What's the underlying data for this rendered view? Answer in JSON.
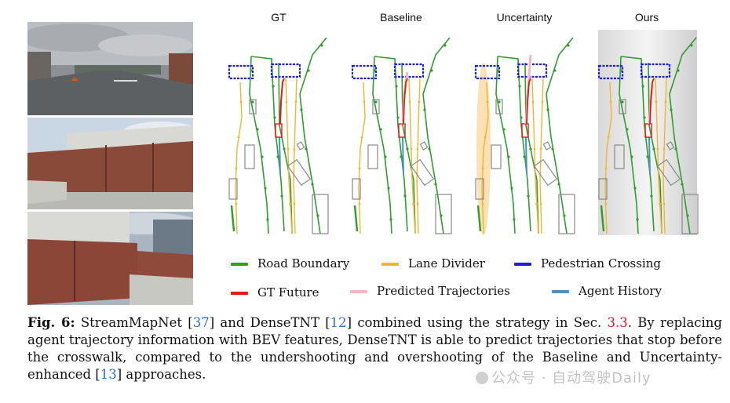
{
  "panels": {
    "titles": [
      "GT",
      "Baseline",
      "Uncertainty",
      "Ours"
    ]
  },
  "legend": {
    "items": [
      {
        "label": "Road Boundary",
        "color": "#2ca02c"
      },
      {
        "label": "Lane Divider",
        "color": "#f5b52a"
      },
      {
        "label": "Pedestrian Crossing",
        "color": "#1f1fd6"
      },
      {
        "label": "GT Future",
        "color": "#e31a1c"
      },
      {
        "label": "Predicted Trajectories",
        "color": "#f4b6bc"
      },
      {
        "label": "Agent History",
        "color": "#4a8fc9"
      }
    ]
  },
  "caption": {
    "label": "Fig. 6:",
    "t1": " StreamMapNet [",
    "c1": "37",
    "t2": "] and DenseTNT [",
    "c2": "12",
    "t3": "] combined using the strategy in Sec. ",
    "sec": "3.3",
    "t4": ". By replacing agent trajectory information with BEV features, DenseTNT is able to predict trajectories that stop before the crosswalk, compared to the undershooting and overshooting of the Baseline and Uncertainty-enhanced [",
    "c3": "13",
    "t5": "] approaches."
  },
  "watermark": {
    "text": "公众号 · 自动驾驶Daily"
  }
}
